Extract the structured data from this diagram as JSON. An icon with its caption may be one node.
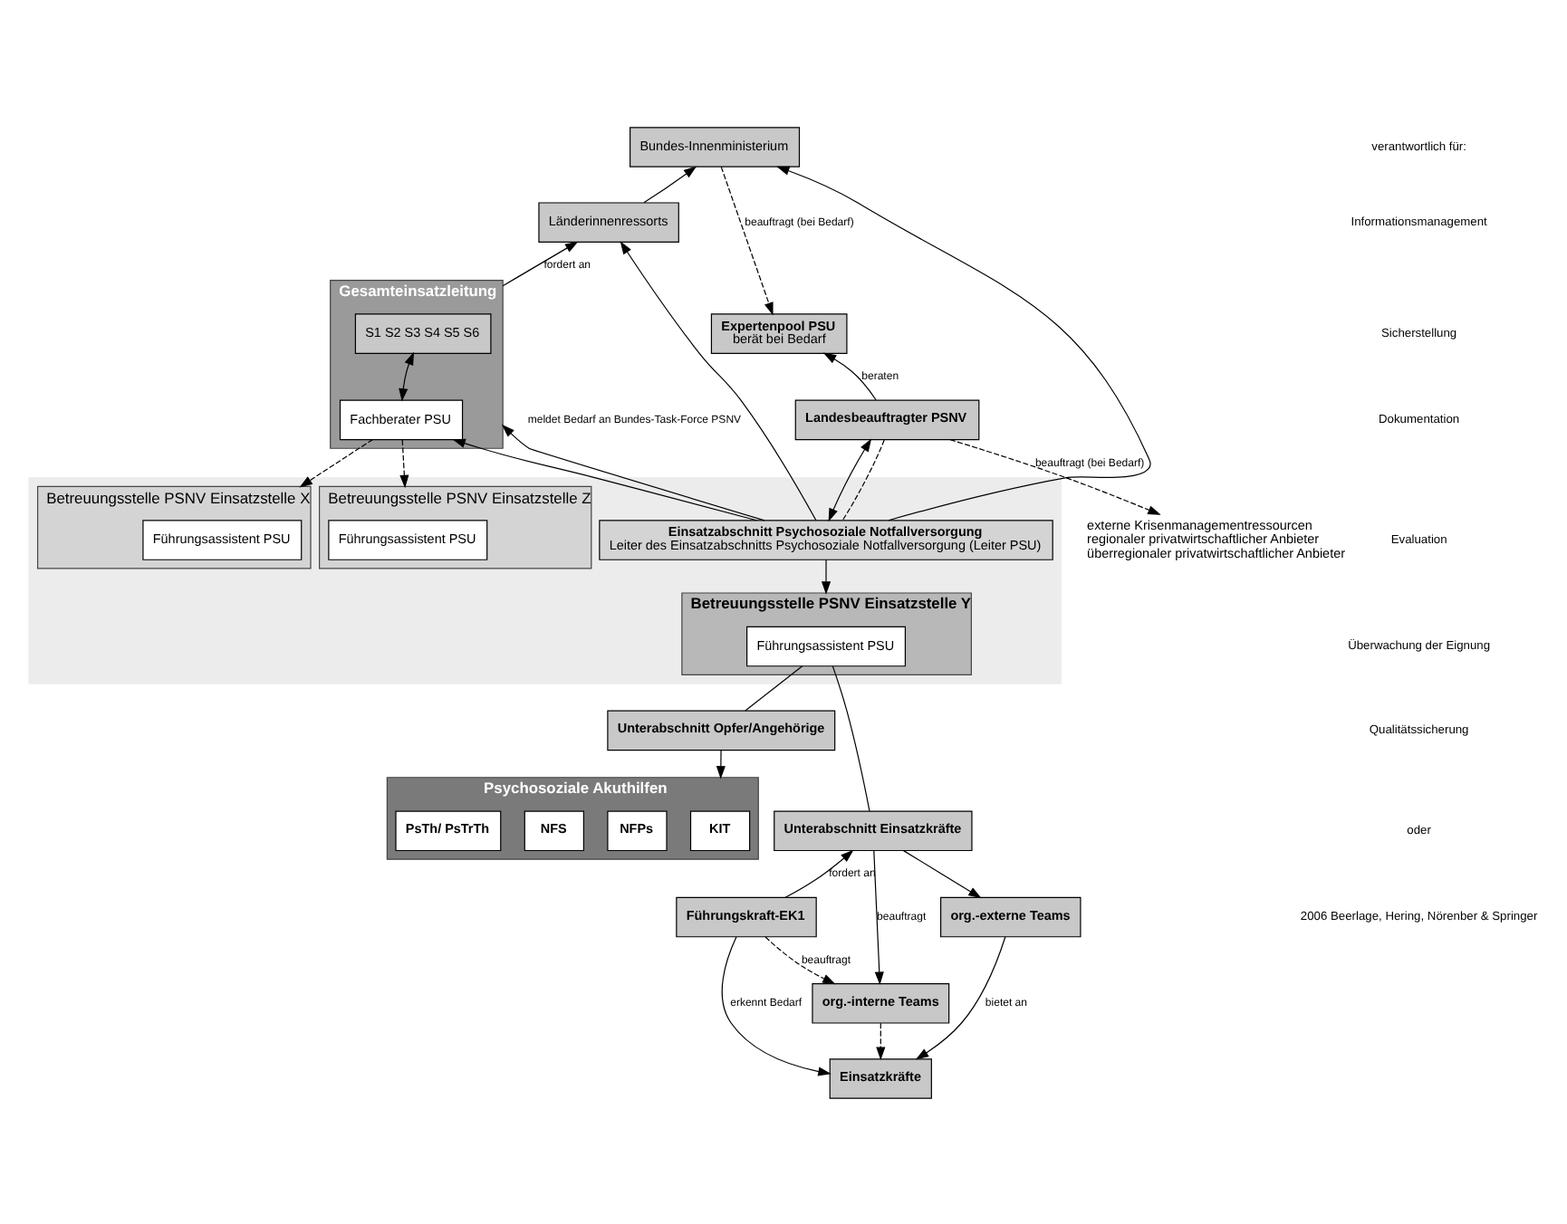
{
  "diagram": {
    "nodes": [
      {
        "text": [
          "Bundes-Innenministerium"
        ]
      },
      {
        "text": [
          "Länderinnenressorts"
        ]
      },
      {
        "text": [
          "Gesamteinsatzleitung"
        ]
      },
      {
        "text": [
          "S1 S2 S3 S4 S5 S6"
        ],
        "in": 2
      },
      {
        "text": [
          "Fachberater PSU"
        ],
        "in": 2
      },
      {
        "text": [
          "Expertenpool PSU",
          "berät bei Bedarf"
        ]
      },
      {
        "text": [
          "Landesbeauftragter PSNV"
        ]
      },
      {
        "text": [],
        "shape": "box"
      },
      {
        "text": [
          "Einsatzabschnitt Psychosoziale Notfallversorgung",
          "Leiter des Einsatzabschnitts Psychosoziale Notfallversorgung (Leiter PSU)"
        ],
        "in": 7
      },
      {
        "text": [
          "Betreuungsstelle PSNV Einsatzstelle X"
        ],
        "in": 7
      },
      {
        "text": [
          "Führungsassistent PSU"
        ],
        "in": 9
      },
      {
        "text": [
          "Betreuungsstelle PSNV Einsatzstelle Y"
        ],
        "in": 7
      },
      {
        "text": [
          "Führungsassistent PSU"
        ],
        "in": 11
      },
      {
        "text": [
          "Betreuungsstelle PSNV Einsatzstelle Z"
        ],
        "in": 7
      },
      {
        "text": [
          "Führungsassistent PSU"
        ],
        "in": 13
      },
      {
        "text": [
          "Unterabschnitt Opfer/Angehörige"
        ]
      },
      {
        "text": [
          "Unterabschnitt Einsatzkräfte"
        ]
      },
      {
        "text": [
          "Psychosoziale Akuthilfen"
        ]
      },
      {
        "text": [
          "KIT"
        ],
        "in": 17
      },
      {
        "text": [
          "NFPs"
        ],
        "in": 17
      },
      {
        "text": [
          "NFS"
        ],
        "in": 17
      },
      {
        "text": [
          "PsTh/ PsTrTh"
        ],
        "in": 17
      },
      {
        "text": [
          "Führungskraft-EK1"
        ]
      },
      {
        "text": [
          "org.-interne Teams"
        ]
      },
      {
        "text": [
          "Einsatzkräfte"
        ]
      },
      {
        "text": [
          "org.-externe Teams"
        ]
      },
      {
        "text": [
          "externe Krisenmanagementressourcen",
          "regionaler privatwirtschaftlicher Anbieter",
          "überregionaler privatwirtschaftlicher Anbieter"
        ]
      }
    ],
    "edges": [
      {
        "from": 1,
        "to": 0,
        "arrow": "to"
      },
      {
        "from": 2,
        "to": 1,
        "arrow": "to",
        "label": "fordert an"
      },
      {
        "from": 3,
        "to": 4,
        "arrow": "both"
      },
      {
        "from": 0,
        "to": 5,
        "arrow": "to",
        "style": "dashed",
        "label": "beauftragt (bei Bedarf)"
      },
      {
        "from": 6,
        "to": 5,
        "arrow": "to",
        "label": "beraten"
      },
      {
        "from": 6,
        "to": 8,
        "arrow": "both"
      },
      {
        "from": 6,
        "to": 8,
        "arrow": "none",
        "style": "dashed"
      },
      {
        "from": 8,
        "to": 2,
        "arrow": "to",
        "label": "meldet Bedarf an Bundes-Task-Force PSNV"
      },
      {
        "from": 8,
        "to": 1,
        "arrow": "to"
      },
      {
        "from": 8,
        "to": 0,
        "arrow": "to"
      },
      {
        "from": 8,
        "to": 4,
        "arrow": "to"
      },
      {
        "from": 8,
        "to": 11,
        "arrow": "to"
      },
      {
        "from": 4,
        "to": 9,
        "arrow": "to",
        "style": "dashed"
      },
      {
        "from": 4,
        "to": 13,
        "arrow": "to",
        "style": "dashed"
      },
      {
        "from": 6,
        "to": 26,
        "arrow": "to",
        "style": "dashed",
        "label": "beauftragt (bei Bedarf)"
      },
      {
        "from": 12,
        "to": 15,
        "arrow": "none"
      },
      {
        "from": 12,
        "to": 16,
        "arrow": "none"
      },
      {
        "from": 15,
        "to": 17,
        "arrow": "to"
      },
      {
        "from": 22,
        "to": 16,
        "arrow": "to",
        "label": "fordert an"
      },
      {
        "from": 22,
        "to": 23,
        "arrow": "to",
        "style": "dashed",
        "label": "beauftragt"
      },
      {
        "from": 22,
        "to": 24,
        "arrow": "to",
        "label": "erkennt Bedarf"
      },
      {
        "from": 23,
        "to": 24,
        "arrow": "to",
        "style": "dashed"
      },
      {
        "from": 25,
        "to": 24,
        "arrow": "to",
        "label": "bietet an"
      },
      {
        "from": 16,
        "to": 23,
        "arrow": "to",
        "label": "beauftragt"
      },
      {
        "from": 16,
        "to": 25,
        "arrow": "to"
      }
    ],
    "labels": [
      "verantwortlich für:",
      "Informationsmanagement",
      "Sicherstellung",
      "Dokumentation",
      "Evaluation",
      "Überwachung der Eignung",
      "Qualitätssicherung",
      "oder",
      "2006 Beerlage, Hering, Nörenber & Springer"
    ]
  }
}
